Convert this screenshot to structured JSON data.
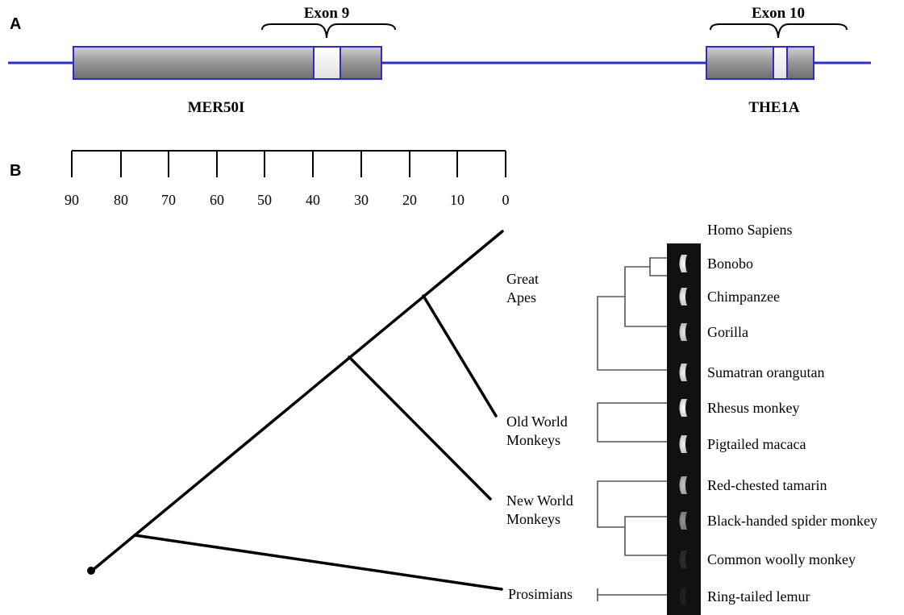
{
  "panels": {
    "a_label": "A",
    "b_label": "B"
  },
  "panel_a": {
    "exon_left_label": "Exon 9",
    "exon_right_label": "Exon 10",
    "element_left_label": "MER50I",
    "element_right_label": "THE1A",
    "colors": {
      "line": "#2b2bd6",
      "element_fill": "#9a9a9a",
      "exon_fill": "#ffffff"
    }
  },
  "panel_b": {
    "scale_ticks": [
      "90",
      "80",
      "70",
      "60",
      "50",
      "40",
      "30",
      "20",
      "10",
      "0"
    ],
    "groups": [
      "Great Apes",
      "Old World Monkeys",
      "New World Monkeys",
      "Prosimians"
    ],
    "species": [
      "Homo Sapiens",
      "Bonobo",
      "Chimpanzee",
      "Gorilla",
      "Sumatran orangutan",
      "Rhesus monkey",
      "Pigtailed macaca",
      "Red-chested tamarin",
      "Black-handed spider monkey",
      "Common woolly monkey",
      "Ring-tailed lemur"
    ],
    "colors": {
      "gel_background": "#111111",
      "band": "#e6e6e6"
    }
  }
}
